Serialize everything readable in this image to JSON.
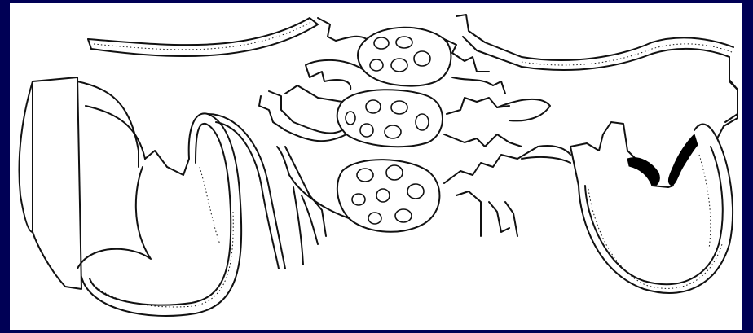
{
  "diagram": {
    "background": "#000055",
    "panel_color": "#ffffff",
    "ink_color": "#111111",
    "parts": [
      "left-stomach-sac",
      "left-pyloric-segment",
      "connecting-duct-upper",
      "acinar-lobule-top",
      "acinar-lobule-middle",
      "acinar-lobule-bottom",
      "branching-ducts",
      "right-sac-with-dark-valves"
    ]
  }
}
